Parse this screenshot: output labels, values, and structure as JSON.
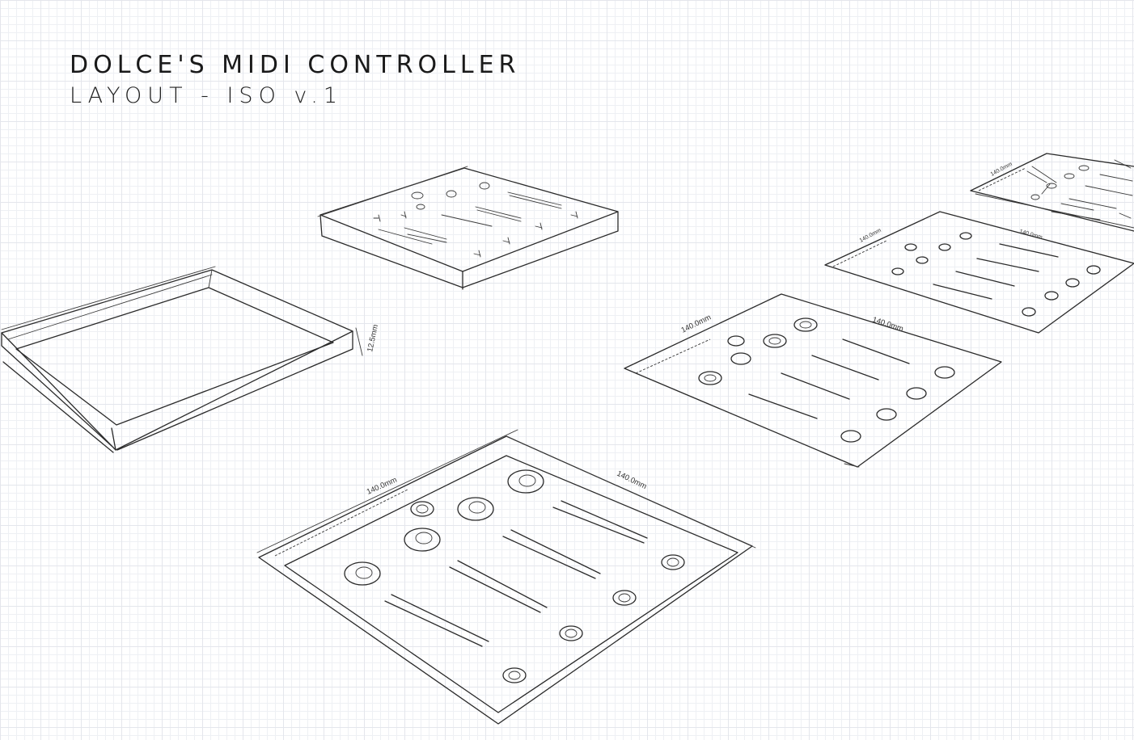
{
  "title": "DOLCE'S MIDI CONTROLLER",
  "subtitle": "LAYOUT - ISO v.1",
  "dimensions": {
    "tray_height": "12.5mm",
    "width": "140.0mm",
    "depth": "140.0mm",
    "panel2_width": "140.0mm",
    "panel2_depth": "140.0mm",
    "panel3_width": "140.0mm",
    "panel3_depth": "140.0mm",
    "small_depth": "140.0mm"
  },
  "colors": {
    "grid": "#e4e6ec",
    "ink": "#2a2a2a"
  }
}
